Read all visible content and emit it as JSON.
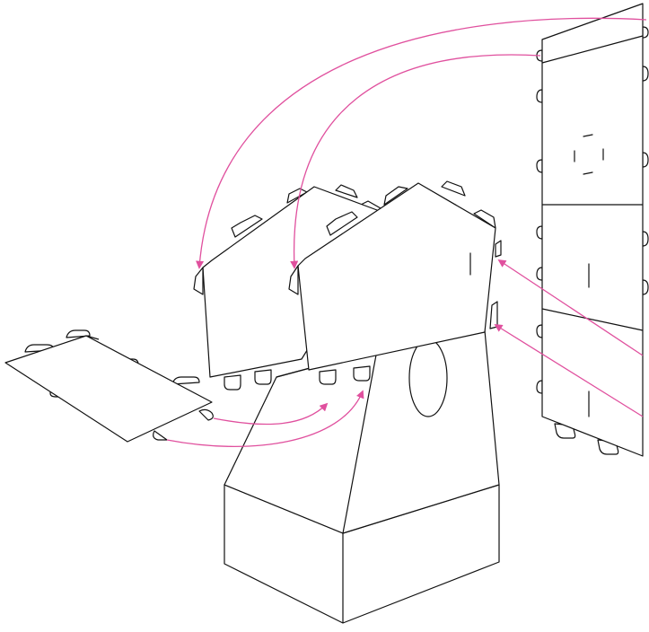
{
  "diagram": {
    "kind": "assembly-diagram",
    "text_labels": [],
    "colors": {
      "outline": "#111111",
      "fill": "#ffffff",
      "arrow": "#e0509e"
    },
    "parts": [
      "pedestal-base-box",
      "pedestal-upper-block",
      "round-hole",
      "left-pentagon-panel",
      "front-pentagon-panel",
      "flat-bottom-panel",
      "vertical-strip-panel"
    ],
    "arrows": [
      {
        "from": "vertical-strip-panel",
        "to": "left-pentagon-panel"
      },
      {
        "from": "vertical-strip-panel",
        "to": "front-pentagon-panel"
      },
      {
        "from": "vertical-strip-panel",
        "to": "front-pentagon-panel"
      },
      {
        "from": "vertical-strip-panel",
        "to": "front-pentagon-panel"
      },
      {
        "from": "flat-bottom-panel",
        "to": "front-pentagon-panel"
      },
      {
        "from": "flat-bottom-panel",
        "to": "front-pentagon-panel"
      }
    ]
  }
}
